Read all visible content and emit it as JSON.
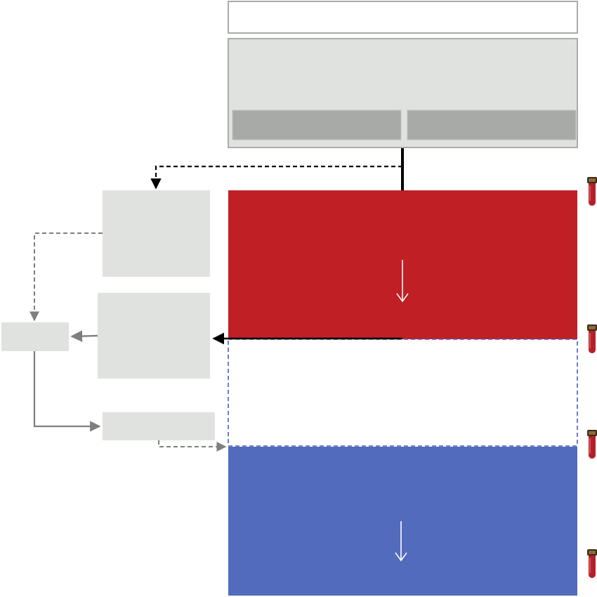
{
  "colors": {
    "box_fill": "#e0e2df",
    "box_stroke": "#a9aca8",
    "subbox_fill": "#a8aaa8",
    "phase_red": "#c01f26",
    "phase_blue": "#526bbc",
    "dashed_blue": "#4a5db8",
    "arrow_black": "#000000",
    "arrow_gray": "#7f7f7f",
    "tube_red": "#b4202a",
    "tube_cap": "#3e2a18"
  },
  "icons": {
    "tube": "blood-sample-tube-icon",
    "down_arrow": "down-arrow-icon"
  },
  "blood_samples": [
    {
      "name": "blood-sample-1"
    },
    {
      "name": "blood-sample-2"
    },
    {
      "name": "blood-sample-3"
    },
    {
      "name": "blood-sample-4"
    }
  ]
}
